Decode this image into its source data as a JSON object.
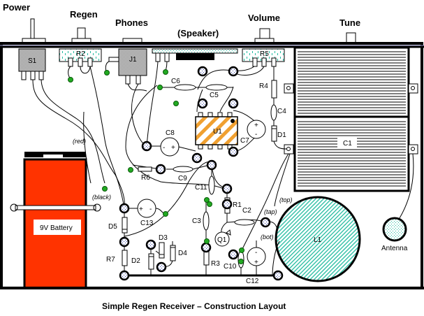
{
  "title": "Simple Regen Receiver – Construction Layout",
  "colors": {
    "battery": "#ff3300",
    "ic_stripe": "#f0a030",
    "teal": "#22bba0",
    "ground_dot": "#22aa22",
    "pad_dot": "#3344aa",
    "panel_gray": "#c0c0c0"
  },
  "panel_controls": {
    "power": "Power",
    "regen": "Regen",
    "phones": "Phones",
    "speaker": "(Speaker)",
    "volume": "Volume",
    "tune": "Tune"
  },
  "components": {
    "S1": "S1",
    "R2": "R2",
    "J1": "J1",
    "R5": "R5",
    "R4": "R4",
    "C4": "C4",
    "D1": "D1",
    "C1": "C1",
    "C5": "C5",
    "C6": "C6",
    "U1": "U1",
    "C7": "C7",
    "C8": "C8",
    "R6": "R6",
    "C9": "C9",
    "C11": "C11",
    "R1": "R1",
    "C2": "C2",
    "C3": "C3",
    "Q1": "Q1",
    "R3": "R3",
    "C10": "C10",
    "C12": "C12",
    "C13": "C13",
    "D5": "D5",
    "R7": "R7",
    "D2": "D2",
    "D3": "D3",
    "D4": "D4",
    "L1": "L1",
    "antenna": "Antenna",
    "battery": "9V Battery"
  },
  "wire_labels": {
    "red": "(red)",
    "black": "(black)",
    "top": "(top)",
    "tap": "(tap)",
    "bot": "(bot)"
  },
  "polarity": {
    "plus": "+",
    "minus": "-"
  }
}
